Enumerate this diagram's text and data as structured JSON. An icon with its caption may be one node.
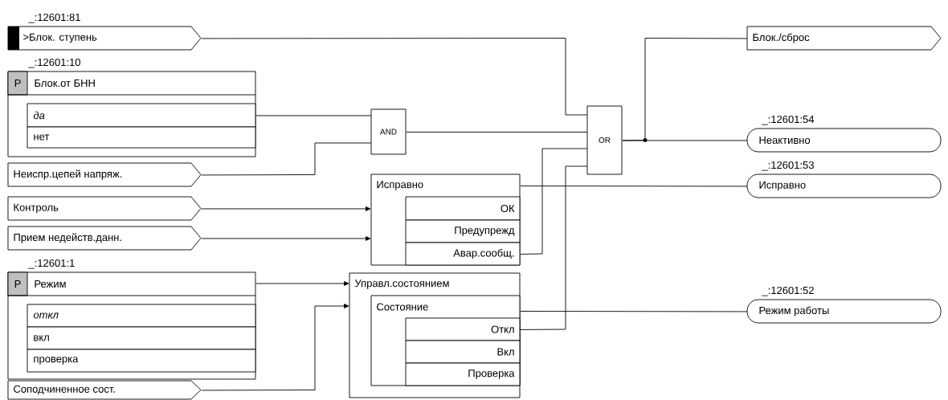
{
  "diagram": {
    "nodes": [
      {
        "text": [
          ">Блок. ступень"
        ],
        "beside": [
          "_:12601:81"
        ]
      },
      {
        "text": [
          "P",
          "Блок.от БНН"
        ],
        "beside": [
          "_:12601:10"
        ]
      },
      {
        "text": [
          "да"
        ],
        "in": 1
      },
      {
        "text": [
          "нет"
        ],
        "in": 1
      },
      {
        "text": [
          "Неиспр.цепей напряж."
        ]
      },
      {
        "text": [
          "Контроль"
        ]
      },
      {
        "text": [
          "Прием недейств.данн."
        ]
      },
      {
        "text": [
          "P",
          "Режим"
        ],
        "beside": [
          "_:12601:1"
        ]
      },
      {
        "text": [
          "откл"
        ],
        "in": 7
      },
      {
        "text": [
          "вкл"
        ],
        "in": 7
      },
      {
        "text": [
          "проверка"
        ],
        "in": 7
      },
      {
        "text": [
          "Соподчиненное сост."
        ]
      },
      {
        "text": [
          "AND"
        ]
      },
      {
        "text": [
          "Исправно"
        ]
      },
      {
        "text": [
          "ОК"
        ],
        "in": 13
      },
      {
        "text": [
          "Предупрежд"
        ],
        "in": 13
      },
      {
        "text": [
          "Авар.сообщ."
        ],
        "in": 13
      },
      {
        "text": [
          "Управл.состоянием"
        ]
      },
      {
        "text": [
          "Состояние"
        ],
        "in": 17
      },
      {
        "text": [
          "Откл"
        ],
        "in": 18
      },
      {
        "text": [
          "Вкл"
        ],
        "in": 18
      },
      {
        "text": [
          "Проверка"
        ],
        "in": 18
      },
      {
        "text": [
          "OR"
        ]
      },
      {
        "text": [
          "Блок./сброс"
        ]
      },
      {
        "text": [
          "Неактивно"
        ],
        "beside": [
          "_:12601:54"
        ]
      },
      {
        "text": [
          "Исправно"
        ],
        "beside": [
          "_:12601:53"
        ]
      },
      {
        "text": [
          "Режим работы"
        ],
        "beside": [
          "_:12601:52"
        ]
      }
    ],
    "edges": [
      {
        "from": 0,
        "to": 22,
        "arrow": "none"
      },
      {
        "from": 2,
        "to": 12,
        "arrow": "none"
      },
      {
        "from": 4,
        "to": 12,
        "arrow": "none"
      },
      {
        "from": 12,
        "to": 22,
        "arrow": "none"
      },
      {
        "from": 16,
        "to": 22,
        "arrow": "none"
      },
      {
        "from": 19,
        "to": 22,
        "arrow": "none"
      },
      {
        "from": 22,
        "to": 23,
        "arrow": "none"
      },
      {
        "from": 22,
        "to": 24,
        "arrow": "none"
      },
      {
        "from": 13,
        "to": 25,
        "arrow": "none"
      },
      {
        "from": 5,
        "to": 13,
        "arrow": "to"
      },
      {
        "from": 6,
        "to": 13,
        "arrow": "to"
      },
      {
        "from": 7,
        "to": 17,
        "arrow": "to"
      },
      {
        "from": 11,
        "to": 17,
        "arrow": "to"
      },
      {
        "from": 18,
        "to": 26,
        "arrow": "none"
      }
    ]
  }
}
